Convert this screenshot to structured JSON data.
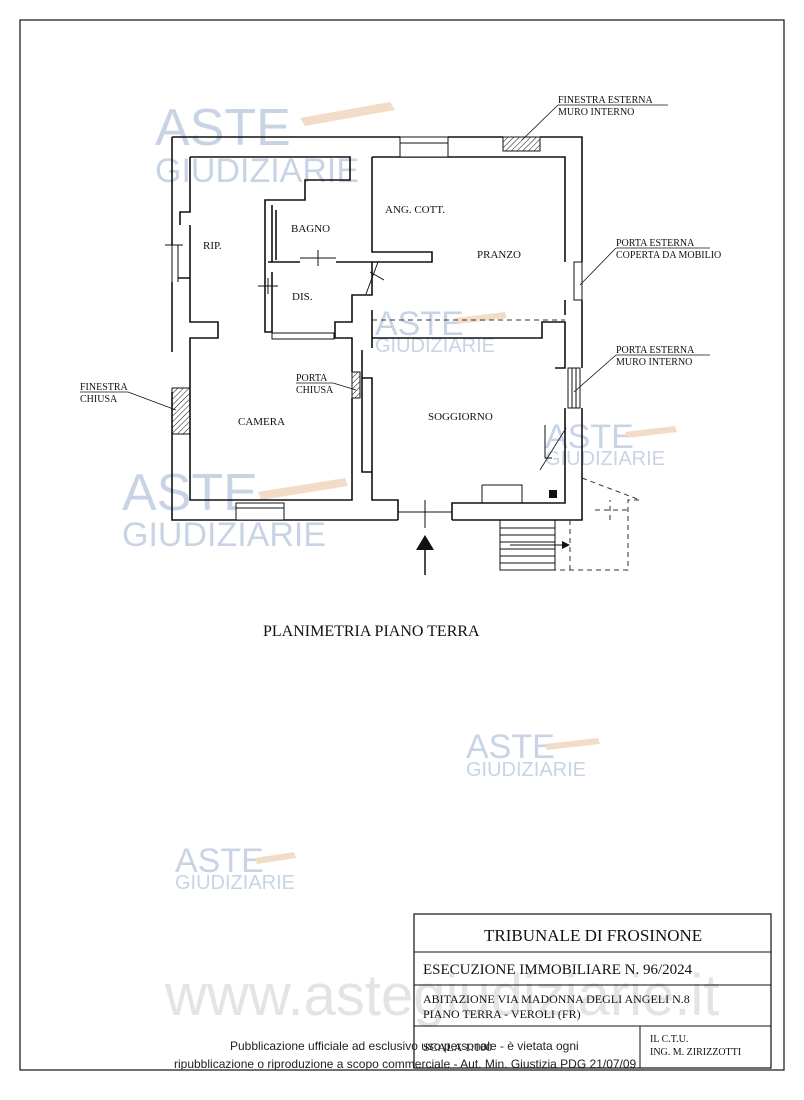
{
  "rooms": {
    "rip": "RIP.",
    "bagno": "BAGNO",
    "ang_cott": "ANG. COTT.",
    "pranzo": "PRANZO",
    "dis": "DIS.",
    "camera": "CAMERA",
    "soggiorno": "SOGGIORNO"
  },
  "annotations": {
    "finestra_esterna_1": "FINESTRA ESTERNA",
    "finestra_esterna_2": "MURO INTERNO",
    "porta_coperta_1": "PORTA ESTERNA",
    "porta_coperta_2": "COPERTA DA MOBILIO",
    "porta_muro_1": "PORTA ESTERNA",
    "porta_muro_2": "MURO INTERNO",
    "finestra_chiusa_1": "FINESTRA",
    "finestra_chiusa_2": "CHIUSA",
    "porta_chiusa_1": "PORTA",
    "porta_chiusa_2": "CHIUSA"
  },
  "plan_title": "PLANIMETRIA PIANO TERRA",
  "title_block": {
    "court": "TRIBUNALE DI FROSINONE",
    "procedure": "ESECUZIONE IMMOBILIARE   N. 96/2024",
    "address_line1": "ABITAZIONE  VIA  MADONNA DEGLI ANGELI N.8",
    "address_line2": "PIANO TERRA - VEROLI  (FR)",
    "scale": "SCALA 1:100",
    "ctu_line1": "IL C.T.U.",
    "ctu_line2": "ING. M. ZIRIZZOTTI"
  },
  "watermark": {
    "aste": "ASTE",
    "giudiziarie": "GIUDIZIARIE",
    "site": "www.astegiudiziarie.it"
  },
  "footer": {
    "line1": "Pubblicazione ufficiale ad esclusivo uso personale - è vietata ogni",
    "line2": "ripubblicazione o riproduzione a scopo commerciale - Aut. Min. Giustizia PDG 21/07/09"
  },
  "colors": {
    "watermark": "#c8d4e6",
    "ink": "#111111"
  }
}
